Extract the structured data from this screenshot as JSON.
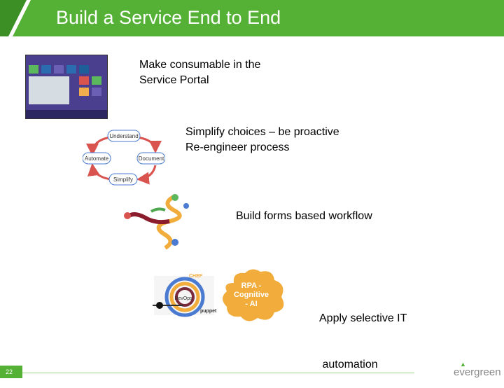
{
  "title": "Build a Service End to End",
  "steps": [
    {
      "text_lines": [
        "Make consumable in the",
        "Service Portal"
      ]
    },
    {
      "text_lines": [
        "Simplify choices – be proactive",
        "Re-engineer process"
      ]
    },
    {
      "text_lines": [
        "Build forms based workflow"
      ]
    },
    {
      "text_lines": [
        "Apply selective IT",
        " automation"
      ]
    }
  ],
  "cycle": {
    "labels": [
      "Understand",
      "Document",
      "Simplify",
      "Automate"
    ]
  },
  "cloud": {
    "lines": [
      "RPA -",
      "Cognitive",
      "- AI"
    ]
  },
  "devops": {
    "labels": [
      "DevOps",
      "CHEF",
      "puppet"
    ]
  },
  "footer": {
    "page_number": "22",
    "logo": "evergreen"
  },
  "colors": {
    "brand_green": "#55b135",
    "portal_purple": "#4a3f8f",
    "cloud_orange": "#f1ac3b"
  }
}
